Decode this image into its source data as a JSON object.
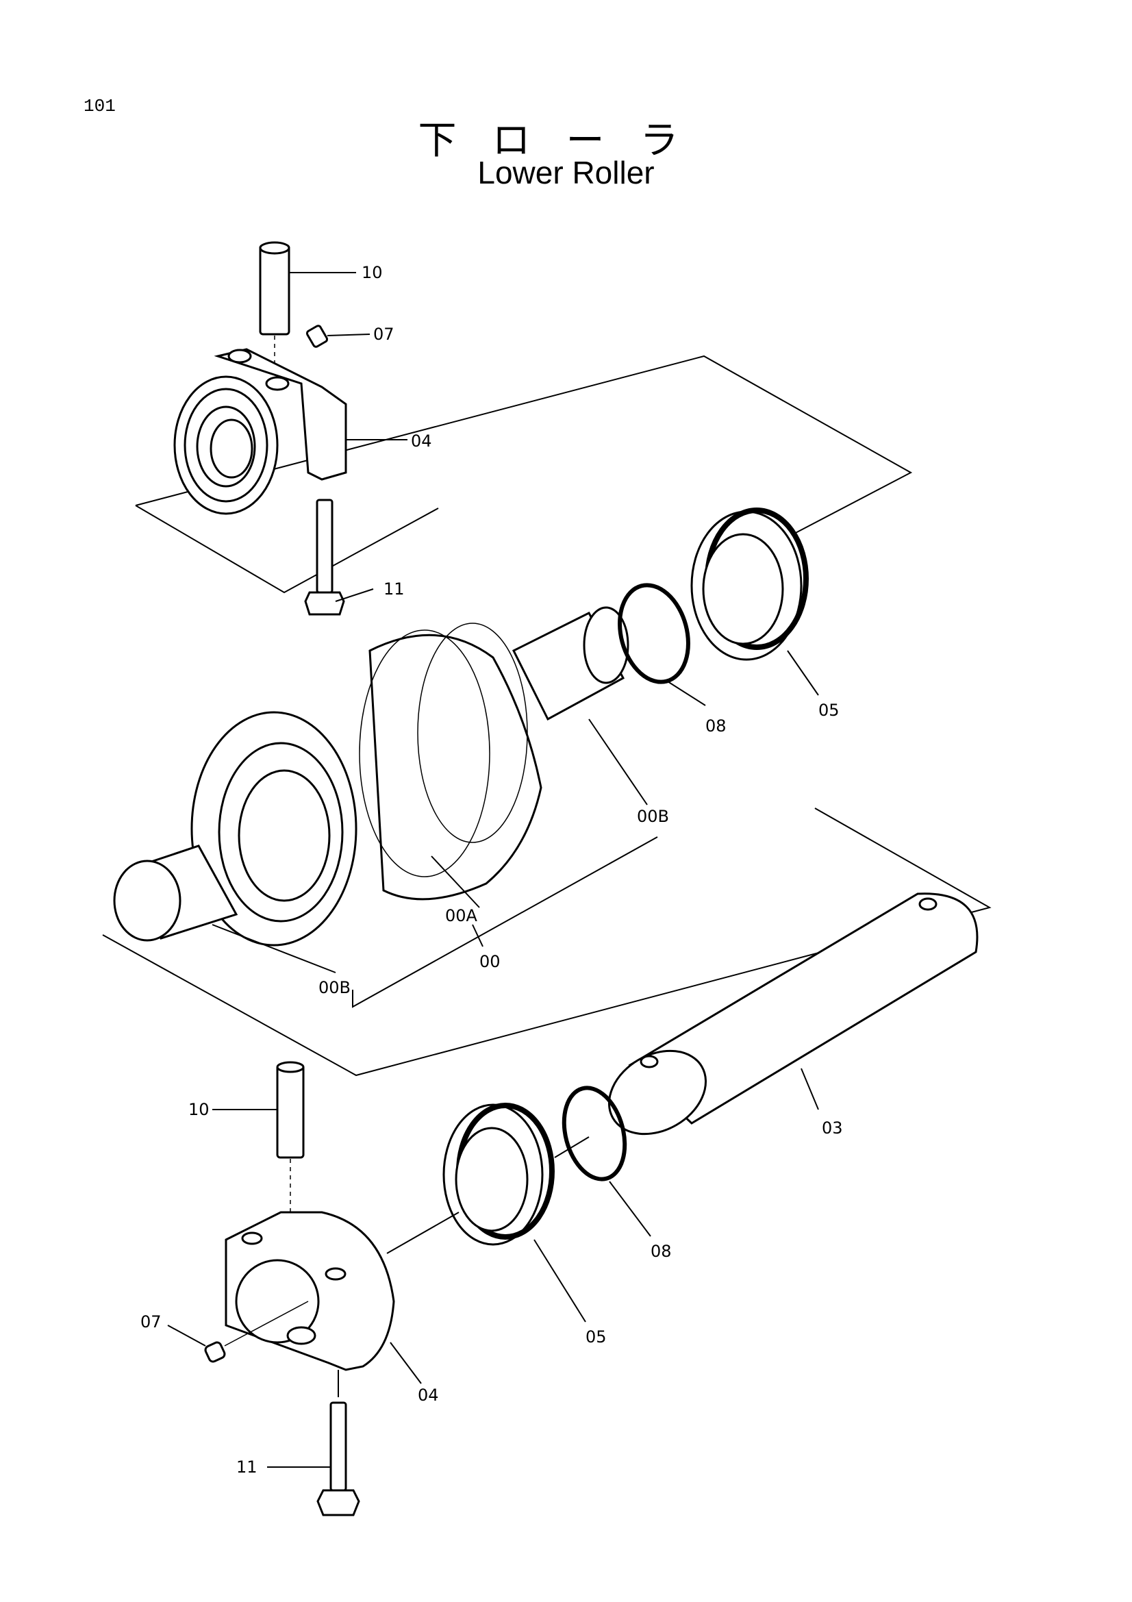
{
  "page": {
    "number": "101"
  },
  "title": {
    "japanese": "下ローラ",
    "english": "Lower Roller"
  },
  "labels": {
    "top_pin": "10",
    "top_plug": "07",
    "top_collar": "04",
    "top_bolt": "11",
    "top_seal": "05",
    "top_oring": "08",
    "bushing_right": "00B",
    "roller_body": "00A",
    "roller_assembly": "00",
    "bushing_left": "00B",
    "shaft": "03",
    "bottom_pin": "10",
    "bottom_oring": "08",
    "bottom_seal": "05",
    "bottom_plug": "07",
    "bottom_collar": "04",
    "bottom_bolt": "11"
  }
}
